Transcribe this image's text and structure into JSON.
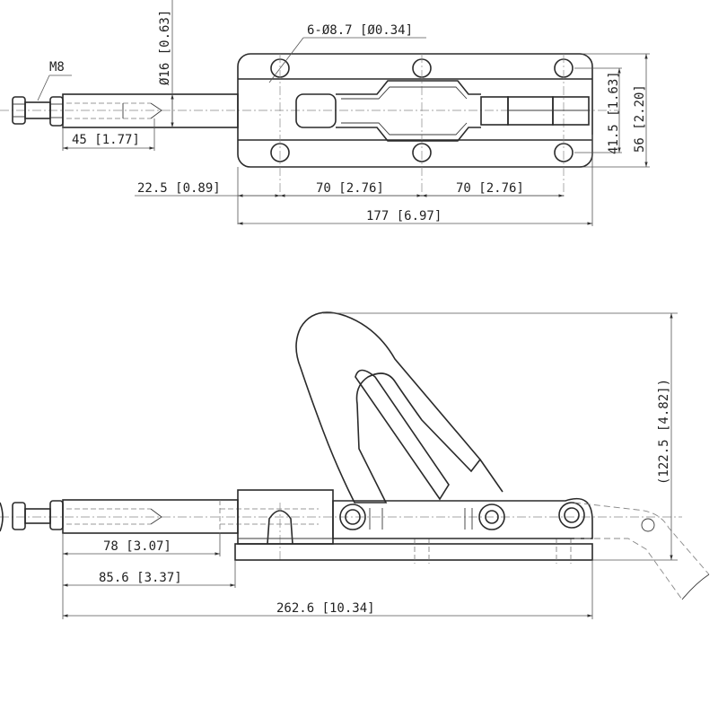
{
  "drawing": {
    "top_view": {
      "thread_label": "M8",
      "rod_diameter": "Ø16 [0.63]",
      "hole_callout": "6-Ø8.7 [Ø0.34]",
      "thread_length": "45 [1.77]",
      "hole_offset": "22.5 [0.89]",
      "hole_spacing_1": "70 [2.76]",
      "hole_spacing_2": "70 [2.76]",
      "base_length": "177 [6.97]",
      "hole_row_spacing": "41.5 [1.63]",
      "base_width": "56 [2.20]"
    },
    "side_view": {
      "rod_length": "78 [3.07]",
      "rod_to_base": "85.6 [3.37]",
      "overall_length": "262.6 [10.34]",
      "handle_height": "(122.5 [4.82])"
    },
    "colors": {
      "line": "#2a2a2a",
      "hatch": "#999999",
      "background": "#ffffff"
    }
  }
}
